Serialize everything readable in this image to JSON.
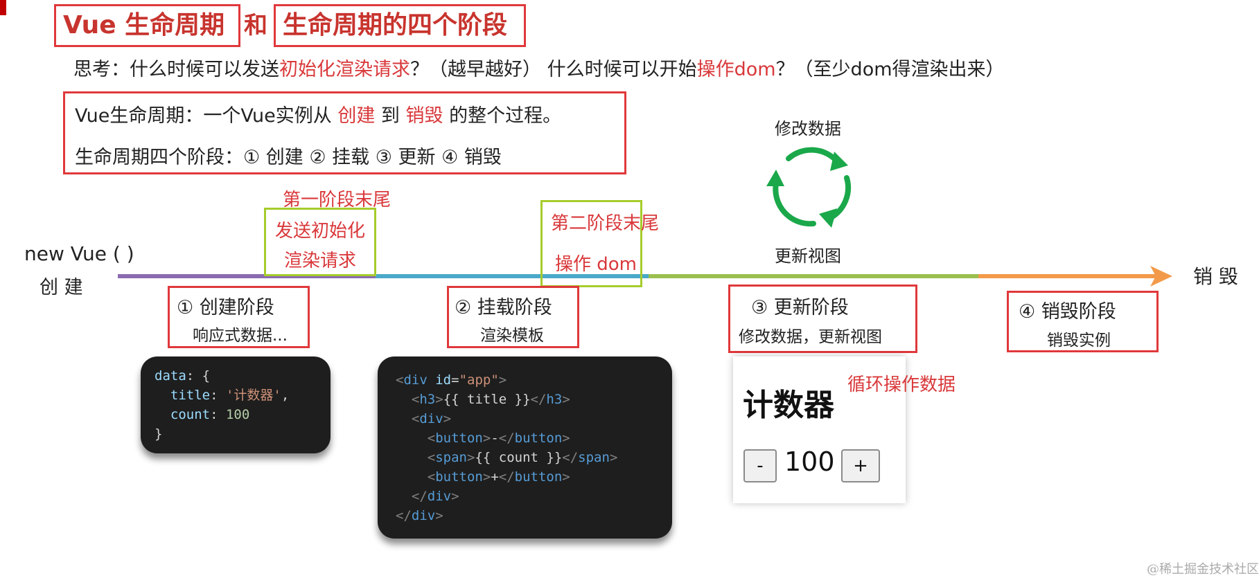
{
  "header": {
    "title_part1": "Vue 生命周期",
    "connector": "和",
    "title_part2": "生命周期的四个阶段"
  },
  "think": {
    "prefix": "思考：什么时候可以发送",
    "highlight1": "初始化渲染请求",
    "middle": "？（越早越好）  什么时候可以开始",
    "highlight2": "操作dom",
    "suffix": "？（至少dom得渲染出来）"
  },
  "definition": {
    "line1_prefix": "Vue生命周期：一个Vue实例从",
    "line1_create": "创建",
    "line1_to": "到",
    "line1_destroy": "销毁",
    "line1_suffix": "的整个过程。",
    "line2": "生命周期四个阶段：① 创建 ② 挂载 ③ 更新 ④ 销毁"
  },
  "timeline": {
    "start_label_1": "new Vue ( )",
    "start_label_2": "创  建",
    "end_label": "销  毁",
    "segment_colors": [
      "#8a6bb0",
      "#4aa9c9",
      "#9bbf4f",
      "#f39a4a"
    ]
  },
  "marker1": {
    "caption": "第一阶段末尾",
    "line1": "发送初始化",
    "line2": "渲染请求"
  },
  "marker2": {
    "caption": "第二阶段末尾",
    "line1": "操作 dom"
  },
  "cycle": {
    "top_label": "修改数据",
    "bottom_label": "更新视图",
    "color": "#1aa84a"
  },
  "stages": [
    {
      "title": "① 创建阶段",
      "sub": "响应式数据..."
    },
    {
      "title": "② 挂载阶段",
      "sub": "渲染模板"
    },
    {
      "title": "③ 更新阶段",
      "sub": "修改数据，更新视图"
    },
    {
      "title": "④ 销毁阶段",
      "sub": "销毁实例"
    }
  ],
  "code_data": {
    "l1_key": "data",
    "l1_punct": ": {",
    "l2_key": "title",
    "l2_val": "'计数器'",
    "l3_key": "count",
    "l3_val": "100",
    "l4": "}"
  },
  "code_template": {
    "lines": [
      "<div id=\"app\">",
      "<h3>{{ title }}</h3>",
      "<div>",
      "<button>-</button>",
      "<span>{{ count }}</span>",
      "<button>+</button>",
      "</div>",
      "</div>"
    ]
  },
  "counter": {
    "title": "计数器",
    "note": "循环操作数据",
    "minus": "-",
    "value": "100",
    "plus": "+"
  },
  "watermark": "@稀土掘金技术社区"
}
